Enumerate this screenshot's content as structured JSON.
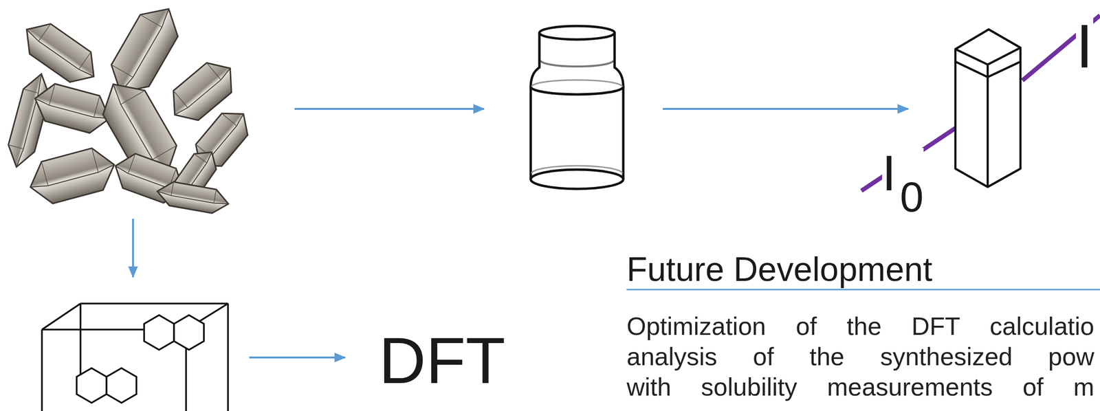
{
  "diagram": {
    "labels": [
      "I0",
      "I",
      "DFT",
      "Future Development",
      "Optimization of the DFT calculatio analysis of the synthesized pow with solubility measurements of m"
    ]
  }
}
